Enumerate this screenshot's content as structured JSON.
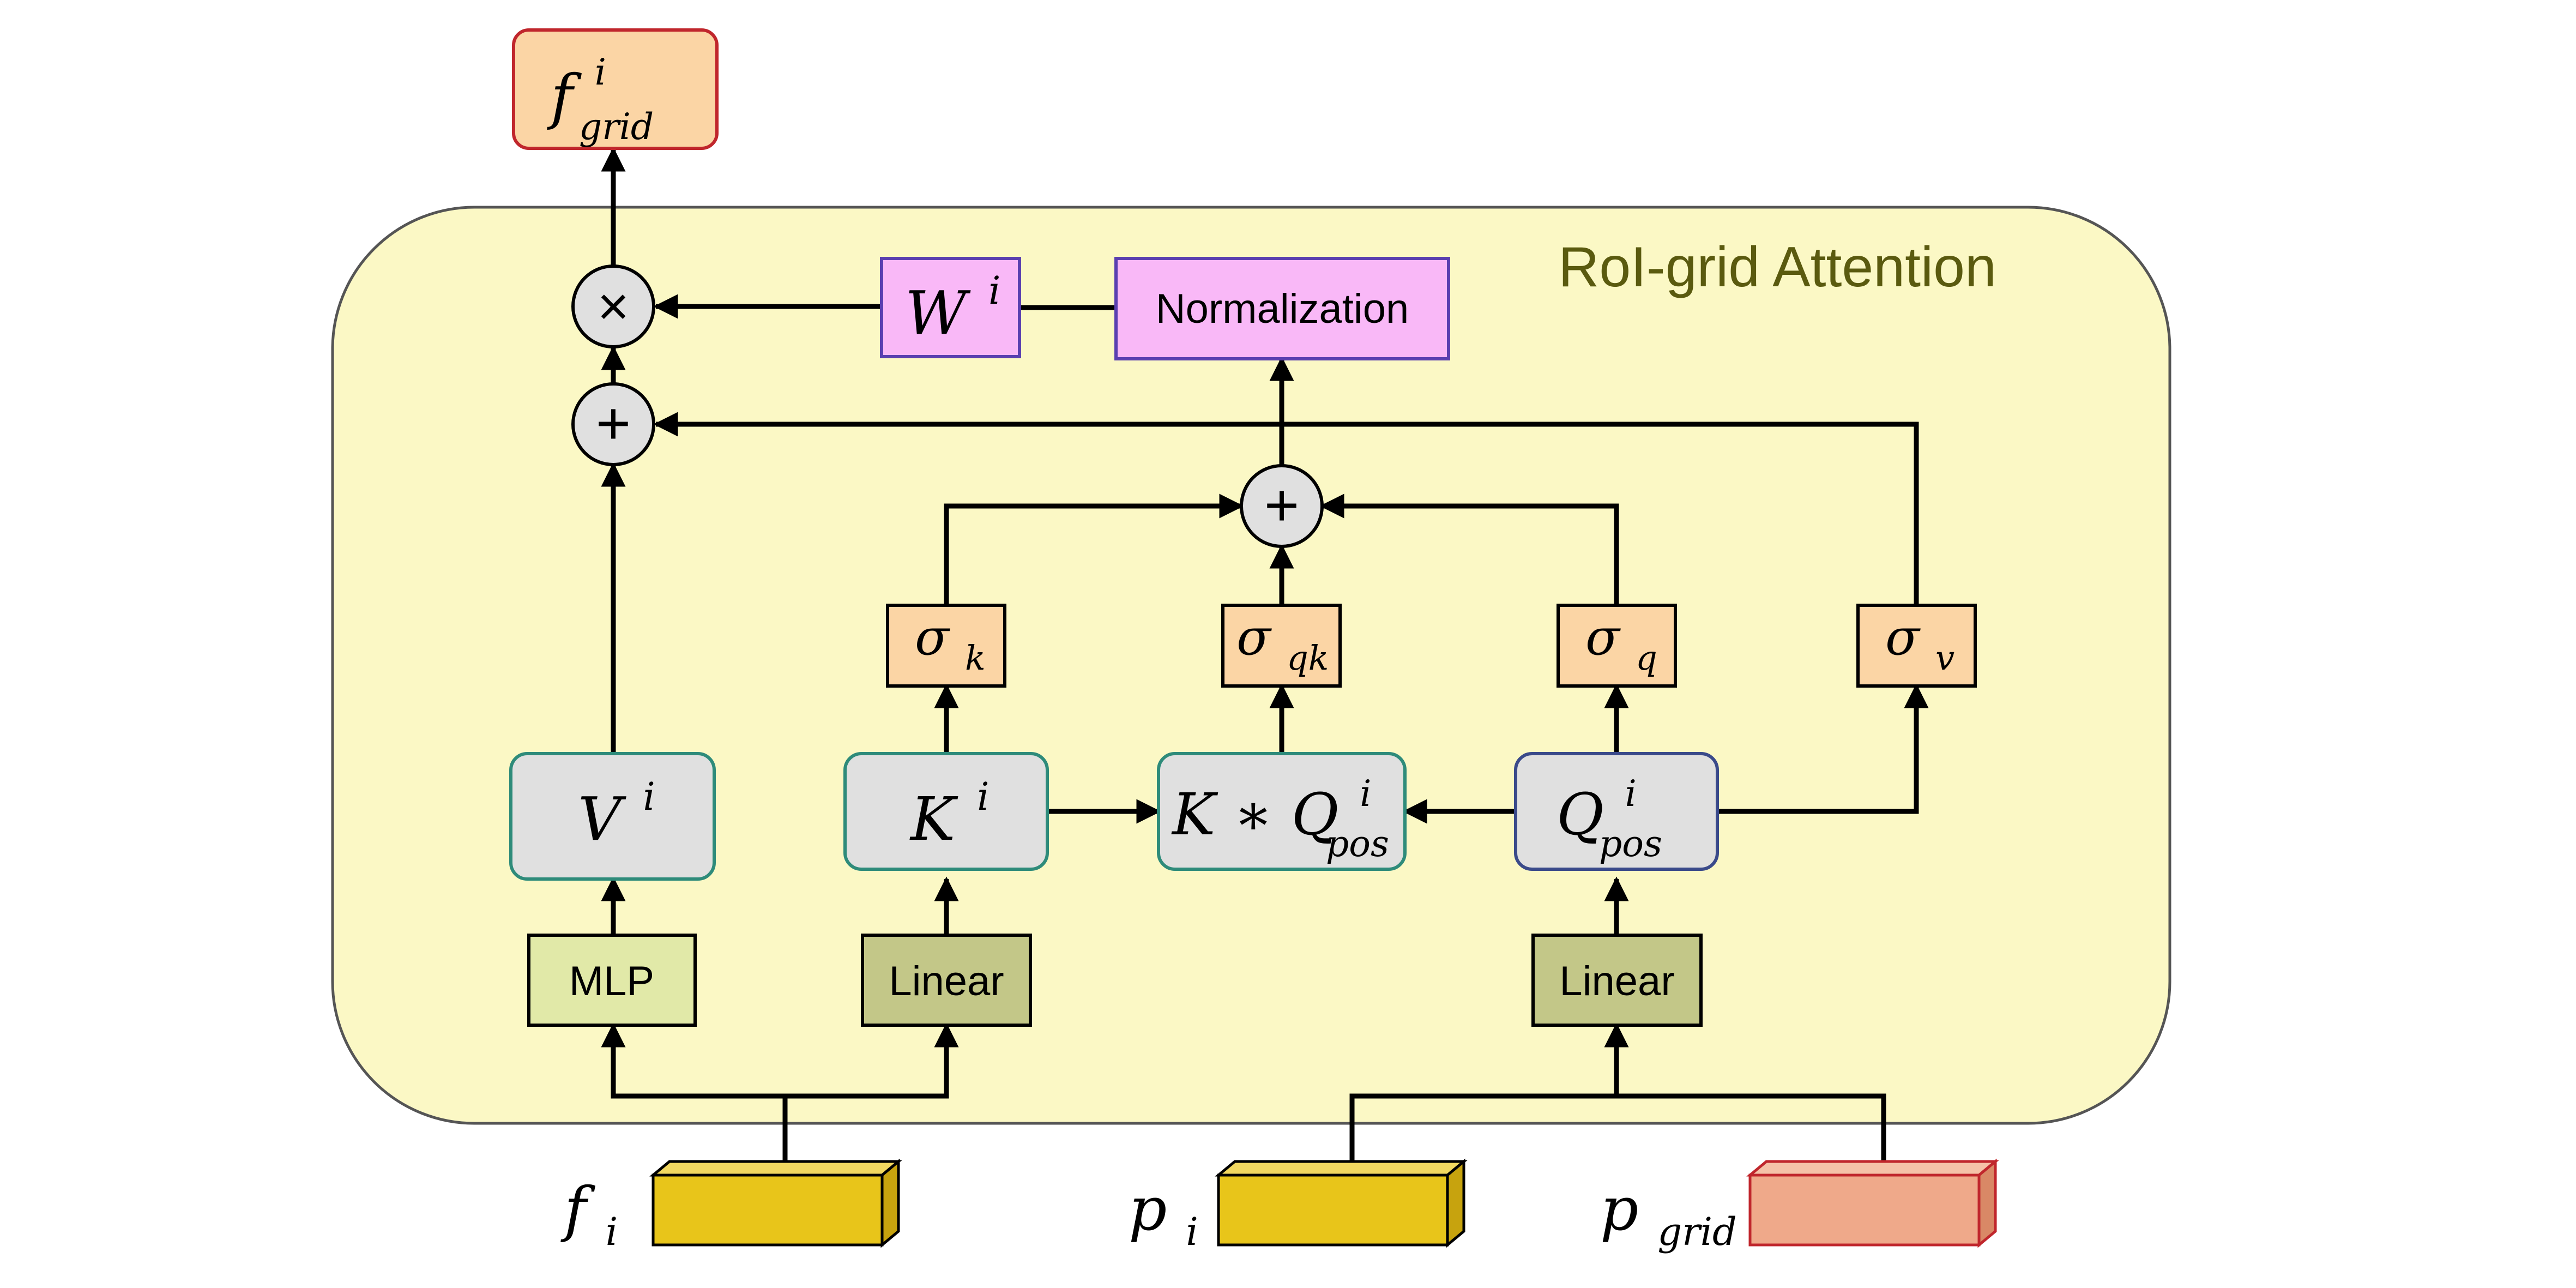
{
  "title": "RoI-grid Attention",
  "output": {
    "base": "f",
    "sup": "i",
    "sub": "grid"
  },
  "weight": {
    "base": "W",
    "sup": "i"
  },
  "normalization": "Normalization",
  "ops": {
    "multiply": "×",
    "add": "+"
  },
  "sigmas": {
    "k": {
      "base": "σ",
      "sub": "k"
    },
    "qk": {
      "base": "σ",
      "sub": "qk"
    },
    "q": {
      "base": "σ",
      "sub": "q"
    },
    "v": {
      "base": "σ",
      "sub": "v"
    }
  },
  "value": {
    "base": "V",
    "sup": "i"
  },
  "key": {
    "base": "K",
    "sup": "i"
  },
  "kq": {
    "base": "K ∗ Q",
    "sup": "i",
    "sub": "pos"
  },
  "query": {
    "base": "Q",
    "sup": "i",
    "sub": "pos"
  },
  "mlp": "MLP",
  "linear_k": "Linear",
  "linear_q": "Linear",
  "inputs": {
    "f": {
      "base": "f",
      "sub": "i"
    },
    "p": {
      "base": "p",
      "sub": "i"
    },
    "pgrid": {
      "base": "p",
      "sub": "grid"
    }
  },
  "colors": {
    "panel": "#fbf8c5",
    "panel_title": "#5a5a0f",
    "orange_box": "#fbd5a5",
    "orange_border": "#c0262c",
    "pink_box": "#f9b8f7",
    "pink_border": "#5a3fb0",
    "gray_box": "#e0e0e0",
    "gray_border": "#2e8b7a",
    "mlp_box": "#e1e9a8",
    "linear_box": "#c3c788",
    "input_yellow": "#e8c51a",
    "input_salmon": "#efa98a"
  }
}
